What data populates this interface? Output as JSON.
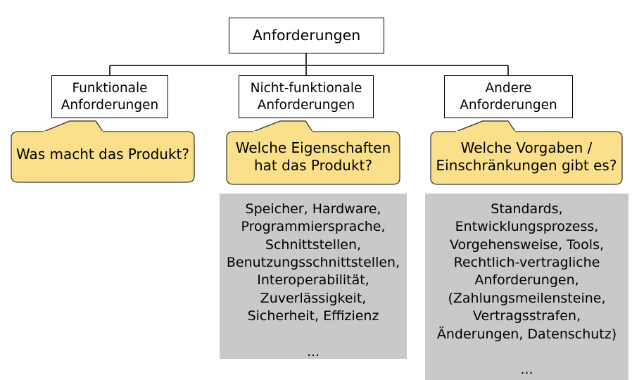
{
  "diagram": {
    "title": "Anforderungen",
    "root": {
      "label": "Anforderungen"
    },
    "children": [
      {
        "id": "functional",
        "label": "Funktionale\nAnforderungen",
        "question": "Was macht das Produkt?",
        "details": ""
      },
      {
        "id": "nonfunctional",
        "label": "Nicht-funktionale\nAnforderungen",
        "question": "Welche Eigenschaften\nhat das Produkt?",
        "details": "Speicher, Hardware,\nProgrammiersprache,\nSchnittstellen,\nBenutzungsschnittstellen,\nInteroperabilität,\nZuverlässigkeit,\nSicherheit, Effizienz\n\n..."
      },
      {
        "id": "other",
        "label": "Andere\nAnforderungen",
        "question": "Welche Vorgaben /\nEinschränkungen gibt es?",
        "details": "Standards,\nEntwicklungsprozess,\nVorgehensweise, Tools,\nRechtlich-vertragliche\nAnforderungen,\n(Zahlungsmeilensteine,\nVertragsstrafen,\nÄnderungen, Datenschutz)\n\n..."
      }
    ],
    "colors": {
      "callout_fill": "#fbe08c",
      "callout_border": "#c8a93a",
      "detail_fill": "#c9c9c9",
      "node_border": "#000000",
      "node_fill": "#ffffff",
      "connector": "#000000",
      "background": "#ffffff",
      "text": "#000000"
    }
  }
}
